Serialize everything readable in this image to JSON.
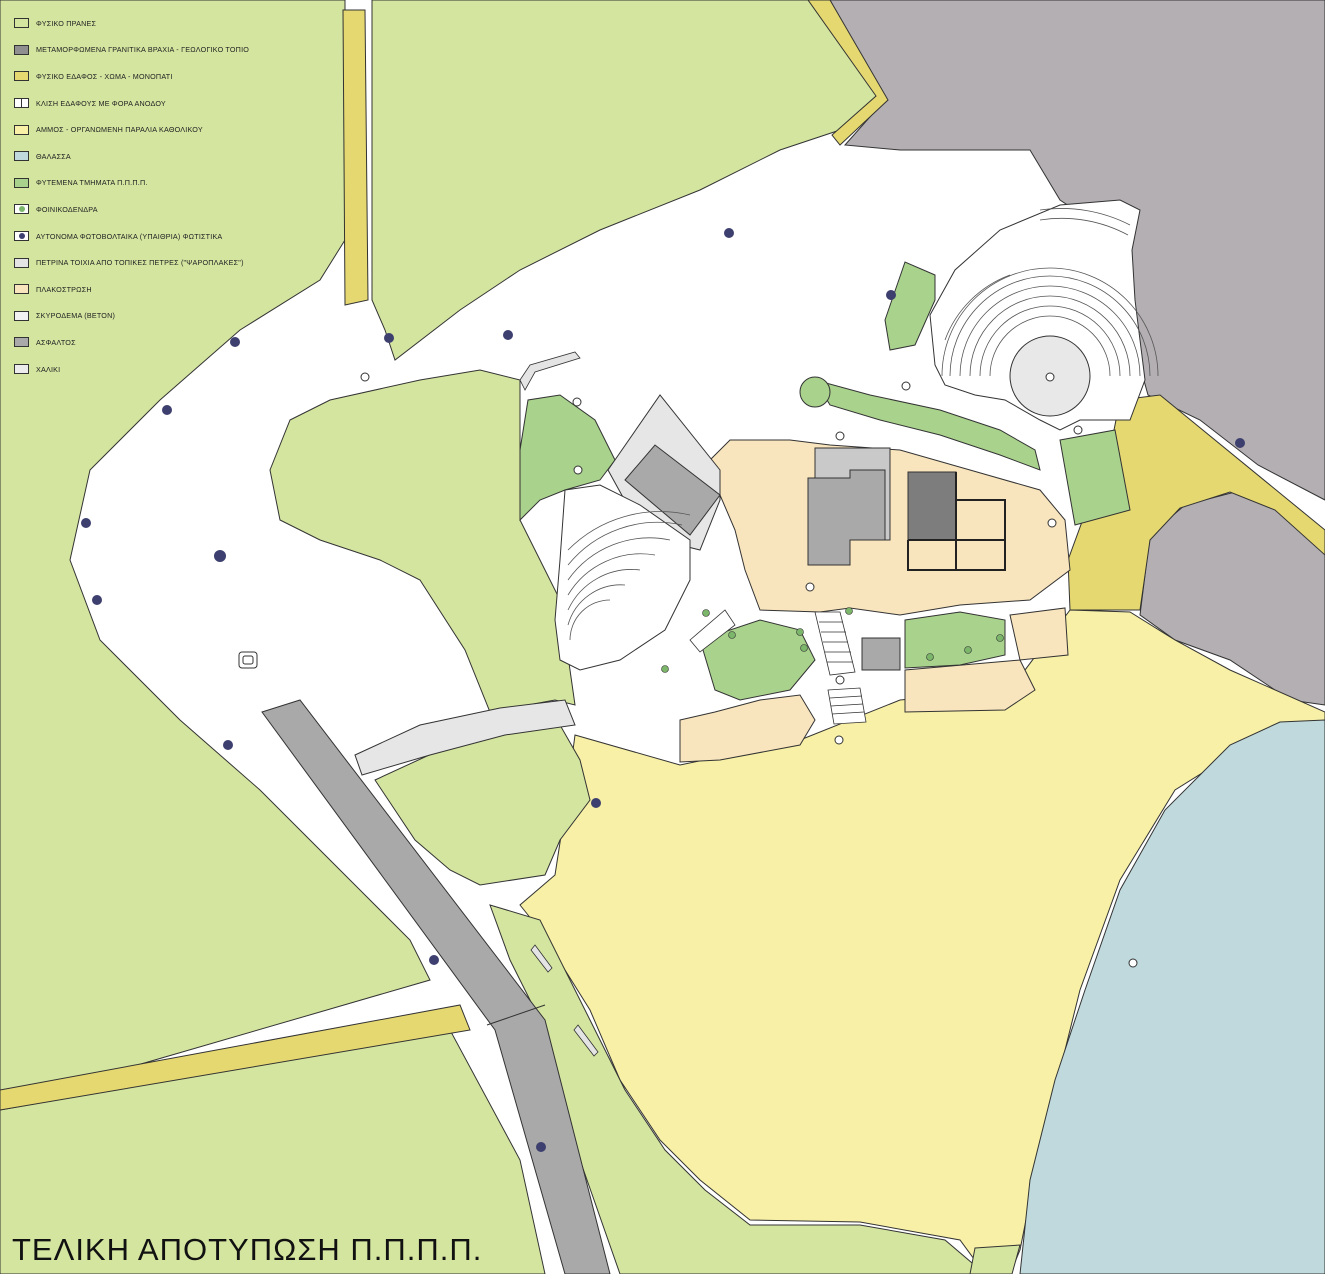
{
  "title": "ΤΕΛΙΚΗ ΑΠΟΤΥΠΩΣΗ Π.Π.Π.Π.",
  "legend": [
    {
      "label": "ΦΥΣΙΚΟ ΠΡΑΝΕΣ",
      "color": "#d4e5a0",
      "icon": "slope-swatch"
    },
    {
      "label": "ΜΕΤΑΜΟΡΦΩΜΕΝΑ ΓΡΑΝΙΤΙΚΑ ΒΡΑΧΙΑ - ΓΕΩΛΟΓΙΚΟ ΤΟΠΙΟ",
      "color": "#8f8f8f",
      "icon": "rock-swatch"
    },
    {
      "label": "ΦΥΣΙΚΟ ΕΔΑΦΟΣ - ΧΩΜΑ - ΜΟΝΟΠΑΤΙ",
      "color": "#e6d870",
      "icon": "soil-swatch"
    },
    {
      "label": "ΚΛΙΣΗ ΕΔΑΦΟΥΣ ΜΕ ΦΟΡΑ ΑΝΟΔΟΥ",
      "color": "#ffffff",
      "icon": "stairs-swatch"
    },
    {
      "label": "ΑΜΜΟΣ - ΟΡΓΑΝΩΜΕΝΗ ΠΑΡΑΛΙΑ ΚΑΘΟΛΙΚΟΥ",
      "color": "#f7f0a6",
      "icon": "sand-swatch"
    },
    {
      "label": "ΘΑΛΑΣΣΑ",
      "color": "#bfd9dc",
      "icon": "sea-swatch"
    },
    {
      "label": "ΦΥΤΕΜΕΝΑ ΤΜΗΜΑΤΑ Π.Π.Π.Π.",
      "color": "#a9d28d",
      "icon": "planted-swatch"
    },
    {
      "label": "ΦΟΙΝΙΚΟΔΕΝΔΡΑ",
      "color": "#7bb66a",
      "icon": "palm-tree-icon"
    },
    {
      "label": "ΑΥΤΟΝΟΜΑ ΦΩΤΟΒΟΛΤΑΙΚΑ (ΥΠΑΙΘΡΙΑ) ΦΩΤΙΣΤΙΚΑ",
      "color": "#3d3f6e",
      "icon": "solar-light-icon"
    },
    {
      "label": "ΠΕΤΡΙΝΑ ΤΟΙΧΙΑ ΑΠΟ ΤΟΠΙΚΕΣ ΠΕΤΡΕΣ (\"ΨΑΡΟΠΛΑΚΕΣ\")",
      "color": "#e4e4e4",
      "icon": "stone-wall-swatch"
    },
    {
      "label": "ΠΛΑΚΟΣΤΡΩΣΗ",
      "color": "#f8e4bd",
      "icon": "paving-swatch"
    },
    {
      "label": "ΣΚΥΡΟΔΕΜΑ (ΒΕΤΟΝ)",
      "color": "#f2f2f2",
      "icon": "concrete-swatch"
    },
    {
      "label": "ΑΣΦΑΛΤΟΣ",
      "color": "#a9a9a9",
      "icon": "asphalt-swatch"
    },
    {
      "label": "ΧΑΛΙΚΙ",
      "color": "#ececec",
      "icon": "gravel-swatch"
    }
  ],
  "colors": {
    "green": "#d4e5a0",
    "planted": "#a9d28d",
    "yellow": "#e6d870",
    "sand": "#f7f0a6",
    "sea": "#bfd9dc",
    "rock": "#b3afb2",
    "paving": "#f8e4bd",
    "asphalt": "#a9a9a9",
    "concrete": "#e6e6e6",
    "building_dark": "#7d7d7d",
    "light": "#3d3f6e",
    "outline": "#333333"
  }
}
